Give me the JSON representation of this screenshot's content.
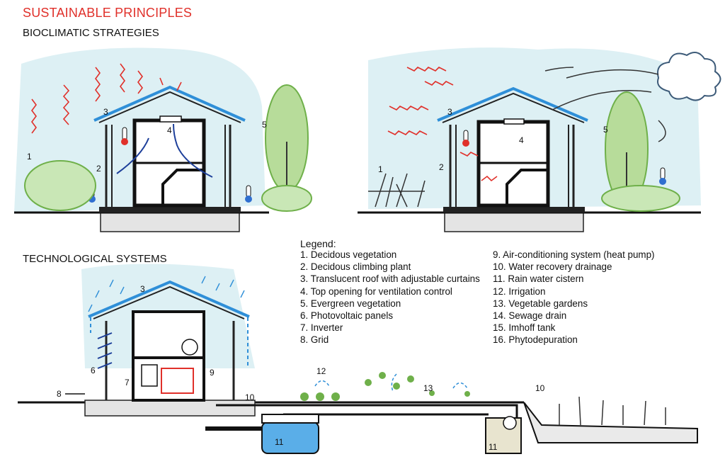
{
  "title": "SUSTAINABLE PRINCIPLES",
  "subtitle": "BIOCLIMATIC STRATEGIES",
  "section_technological": "TECHNOLOGICAL SYSTEMS",
  "legend": {
    "title": "Legend:",
    "left_items": [
      "1. Decidous vegetation",
      "2. Decidous climbing plant",
      "3. Translucent roof with adjustable curtains",
      "4. Top opening for ventilation control",
      "5. Evergreen vegetation",
      "6. Photovoltaic panels",
      "7. Inverter",
      "8. Grid"
    ],
    "right_items": [
      "9. Air-conditioning system (heat pump)",
      "10. Water recovery drainage",
      "11. Rain water cistern",
      "12. Irrigation",
      "13. Vegetable gardens",
      "14. Sewage drain",
      "15. Imhoff tank",
      "16. Phytodepuration"
    ]
  },
  "markers": {
    "summer": [
      "1",
      "2",
      "3",
      "4",
      "5"
    ],
    "winter": [
      "1",
      "2",
      "3",
      "4",
      "5"
    ],
    "tech": [
      "3",
      "6",
      "7",
      "8",
      "9",
      "10",
      "11",
      "12",
      "13",
      "10",
      "11"
    ]
  },
  "colors": {
    "title": "#e0302a",
    "sun_rays": "#e0302a",
    "roof": "#2f8fd8",
    "air_flow": "#1d3f9a",
    "sky_wash": "#d9eef3",
    "vegetation": "#6fb04a",
    "tree_evergreen": "#b7dc9a",
    "water": "#5aaee8"
  }
}
